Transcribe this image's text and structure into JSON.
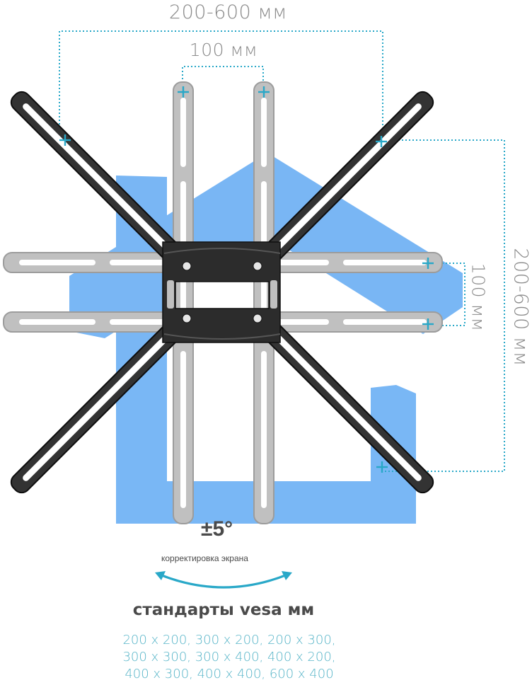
{
  "dimensions": {
    "outer_horizontal": "200-600 мм",
    "inner_horizontal": "100 мм",
    "outer_vertical": "200-600 мм",
    "inner_vertical": "100 мм"
  },
  "tilt": {
    "value": "±5°",
    "caption": "корректировка экрана"
  },
  "standards": {
    "title": "стандарты vesa мм",
    "lines": [
      "200 x 200, 300 x 200, 200 x 300,",
      "300 x 300, 300 x 400, 400 x 200,",
      "400 x 300, 400 x 400, 600 x 400"
    ]
  },
  "colors": {
    "logo_blue": "#3a95f0",
    "dimension_teal": "#29a8c8",
    "bracket_dark": "#2e2e2e",
    "rail_gray": "#b4b4b4",
    "text_gray": "#8a8a8a",
    "vesa_list": "#5ab6c9"
  },
  "icons": {
    "logo": "house-logo-icon",
    "mount": "tv-wall-mount-bracket-icon",
    "tilt": "curved-double-arrow-icon",
    "marker": "crosshair-marker-icon"
  }
}
